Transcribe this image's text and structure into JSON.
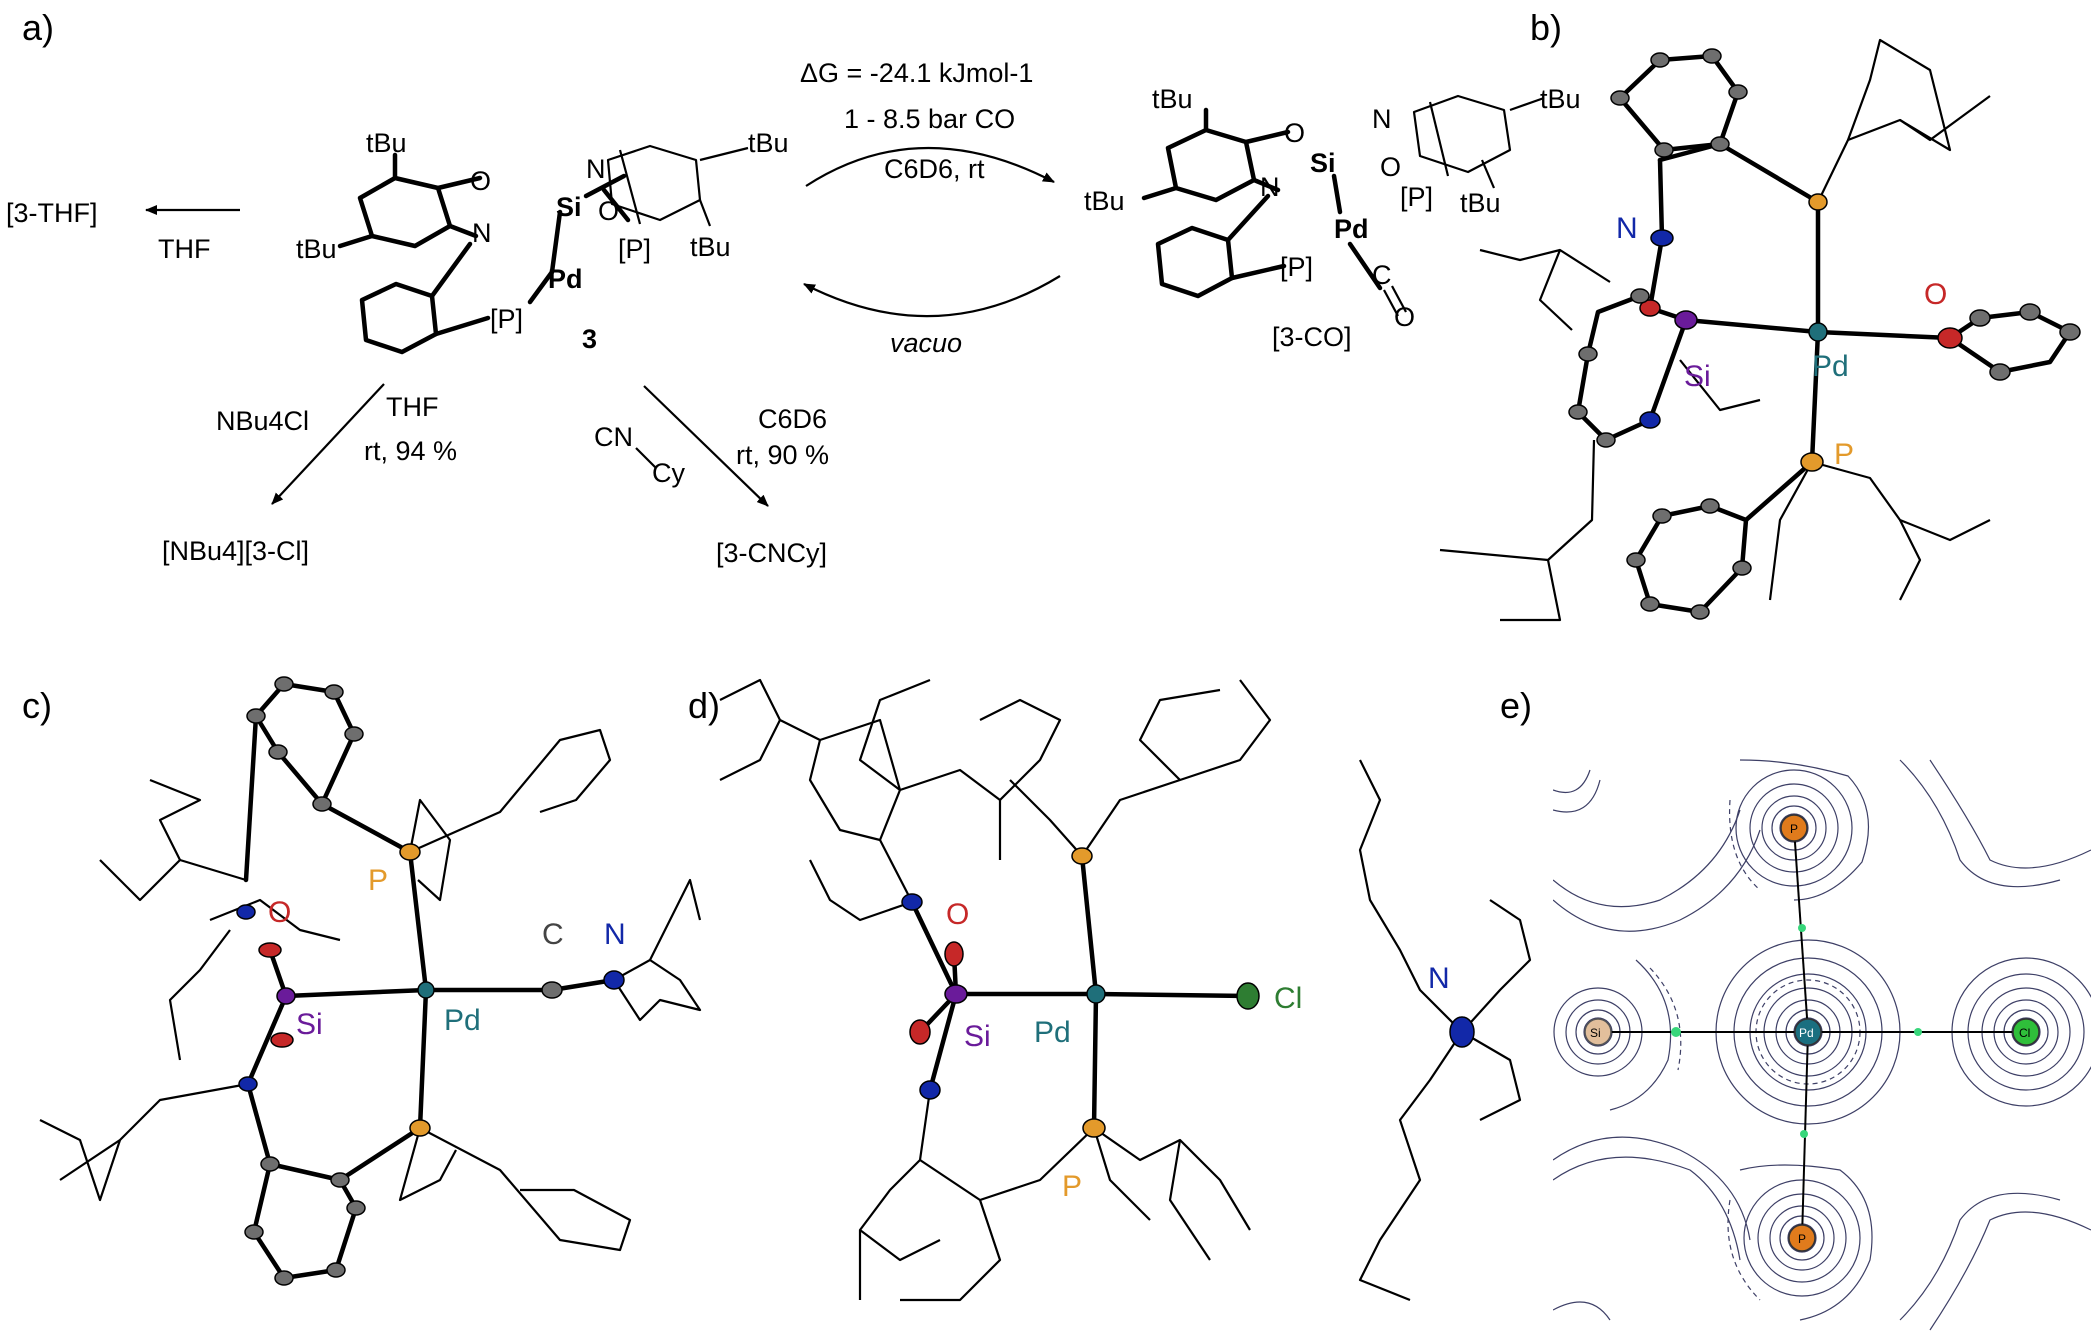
{
  "colors": {
    "si": "#6a1b9a",
    "n": "#1228a8",
    "o": "#c62828",
    "p": "#e39a2b",
    "pd": "#1f6f7a",
    "cl": "#2e7d32",
    "c": "#444444",
    "carbon_ellipsoid": "#6e6e6e",
    "contour": "#3d3f66",
    "bcp": "#37d67a"
  },
  "panels": {
    "a": "a)",
    "b": "b)",
    "c": "c)",
    "d": "d)",
    "e": "e)"
  },
  "scheme": {
    "thf_product": "[3-THF]",
    "thf_reagent": "THF",
    "compound_3": "3",
    "co_product": "[3-CO]",
    "dg": "ΔG = -24.1 kJmol-1",
    "pressure": "1 - 8.5 bar CO",
    "solvent_c6d6_rt": "C6D6, rt",
    "vacuo": "vacuo",
    "cl_reagent": "NBu4Cl",
    "cl_cond_1": "THF",
    "cl_cond_2": "rt, 94 %",
    "cl_product": "[NBu4][3-Cl]",
    "cn_reagent_1": "CN",
    "cn_reagent_2": "Cy",
    "cn_cond_1": "C6D6",
    "cn_cond_2": "rt, 90 %",
    "cn_product": "[3-CNCy]",
    "struct": {
      "tBu": "tBu",
      "O": "O",
      "N": "N",
      "Si": "Si",
      "Pd": "Pd",
      "P": "[P]",
      "C": "C"
    }
  },
  "atom_labels": {
    "N": "N",
    "O": "O",
    "Si": "Si",
    "Pd": "Pd",
    "P": "P",
    "C": "C",
    "Cl": "Cl"
  },
  "qtaim_atoms": {
    "si": "Si",
    "pd": "Pd",
    "cl": "Cl",
    "p": "P"
  }
}
